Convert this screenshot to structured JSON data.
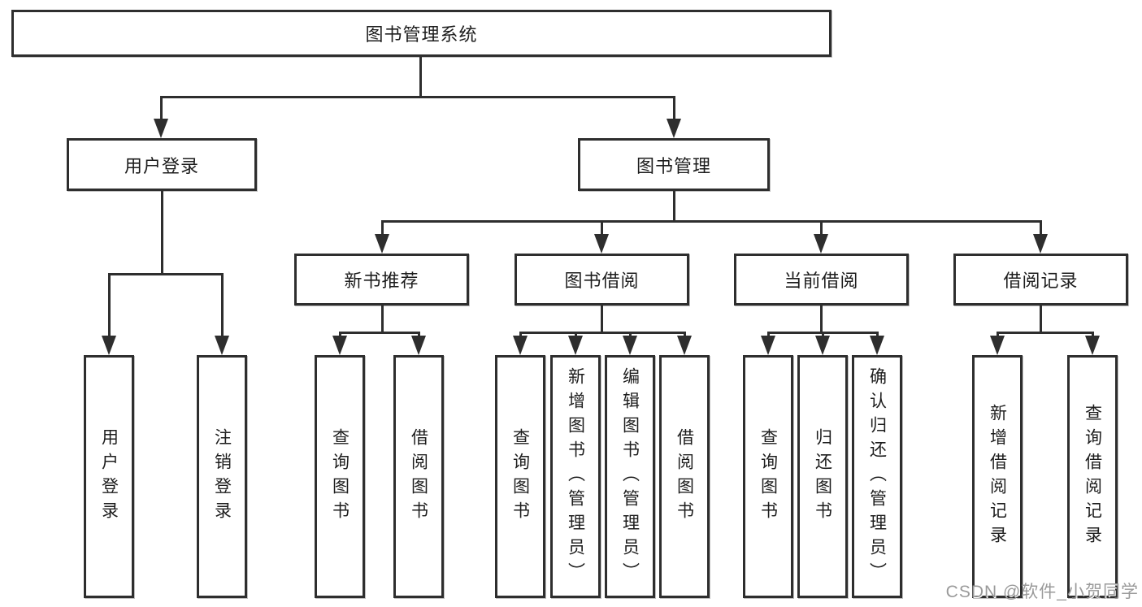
{
  "diagram_title": "图书管理系统",
  "colors": {
    "line": "#2e2e2e",
    "text": "#1d1d1d",
    "box_bg": "#ffffff",
    "watermark": "#9a9a9a"
  },
  "watermark": {
    "text": "CSDN @软件_小贺同学"
  },
  "tree": {
    "root": {
      "label": "图书管理系统",
      "children": [
        {
          "label": "用户登录",
          "children": [
            {
              "label": "用户登录"
            },
            {
              "label": "注销登录"
            }
          ]
        },
        {
          "label": "图书管理",
          "children": [
            {
              "label": "新书推荐",
              "children": [
                {
                  "label": "查询图书"
                },
                {
                  "label": "借阅图书"
                }
              ]
            },
            {
              "label": "图书借阅",
              "children": [
                {
                  "label": "查询图书"
                },
                {
                  "label": "新增图书（管理员）"
                },
                {
                  "label": "编辑图书（管理员）"
                },
                {
                  "label": "借阅图书"
                }
              ]
            },
            {
              "label": "当前借阅",
              "children": [
                {
                  "label": "查询图书"
                },
                {
                  "label": "归还图书"
                },
                {
                  "label": "确认归还（管理员）"
                }
              ]
            },
            {
              "label": "借阅记录",
              "children": [
                {
                  "label": "新增借阅记录"
                },
                {
                  "label": "查询借阅记录"
                }
              ]
            }
          ]
        }
      ]
    }
  }
}
